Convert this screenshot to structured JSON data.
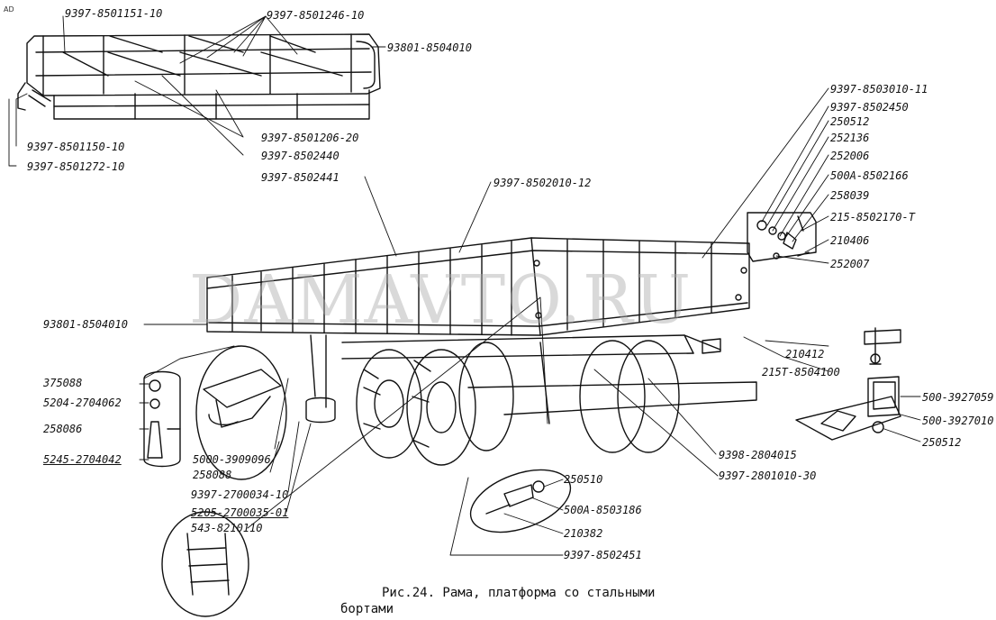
{
  "corner_mark": "AD",
  "watermark": "DAMAVTO.RU",
  "caption": {
    "line1": "Рис.24. Рама, платформа со стальными",
    "line2": "бортами"
  },
  "labels": [
    "9397-8501151-10",
    "9397-8501246-10",
    "93801-8504010",
    "9397-8501150-10",
    "9397-8501272-10",
    "9397-8501206-20",
    "9397-8502440",
    "9397-8502441",
    "9397-8502010-12",
    "9397-8503010-11",
    "9397-8502450",
    "250512",
    "252136",
    "252006",
    "500А-8502166",
    "258039",
    "215-8502170-Т",
    "210406",
    "252007",
    "93801-8504010",
    "375088",
    "5204-2704062",
    "258086",
    "5245-2704042",
    "5000-3909096",
    "258088",
    "9397-2700034-10",
    "5205-2700035-01",
    "543-8210110",
    "210412",
    "215Т-8504100",
    "500-3927059",
    "500-3927010",
    "250512",
    "9398-2804015",
    "9397-2801010-30",
    "250510",
    "500А-8503186",
    "210382",
    "9397-8502451"
  ]
}
